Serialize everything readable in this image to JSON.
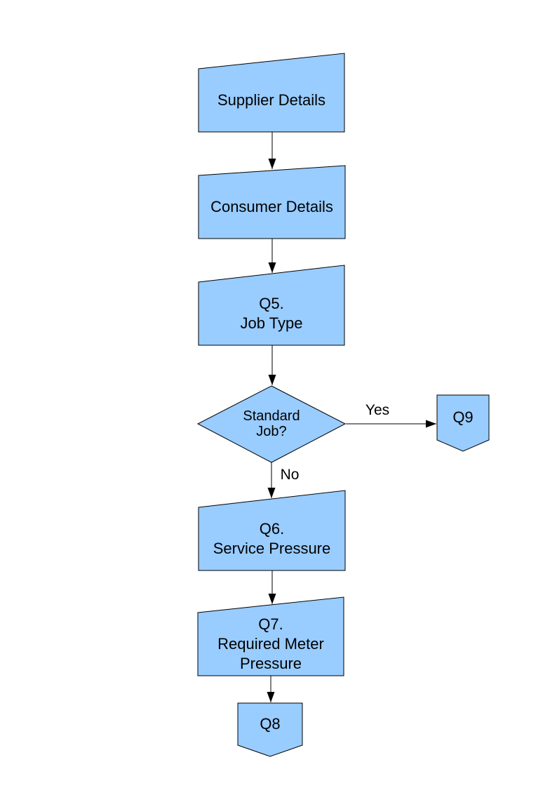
{
  "colors": {
    "node_fill": "#99CCFF",
    "node_border": "#000000",
    "text": "#000000",
    "page_background": "#FFFFFF"
  },
  "diagram": {
    "nodes": {
      "supplier": {
        "label": "Supplier Details",
        "shape": "manual-input"
      },
      "consumer": {
        "label": "Consumer Details",
        "shape": "manual-input"
      },
      "q5": {
        "label": "Q5.\nJob Type",
        "shape": "manual-input"
      },
      "decision": {
        "label": "Standard\nJob?",
        "shape": "decision"
      },
      "q9": {
        "label": "Q9",
        "shape": "off-page-connector"
      },
      "q6": {
        "label": "Q6.\nService Pressure",
        "shape": "manual-input"
      },
      "q7": {
        "label": "Q7.\nRequired Meter\nPressure",
        "shape": "manual-input"
      },
      "q8": {
        "label": "Q8",
        "shape": "off-page-connector"
      }
    },
    "edge_labels": {
      "yes": "Yes",
      "no": "No"
    }
  }
}
